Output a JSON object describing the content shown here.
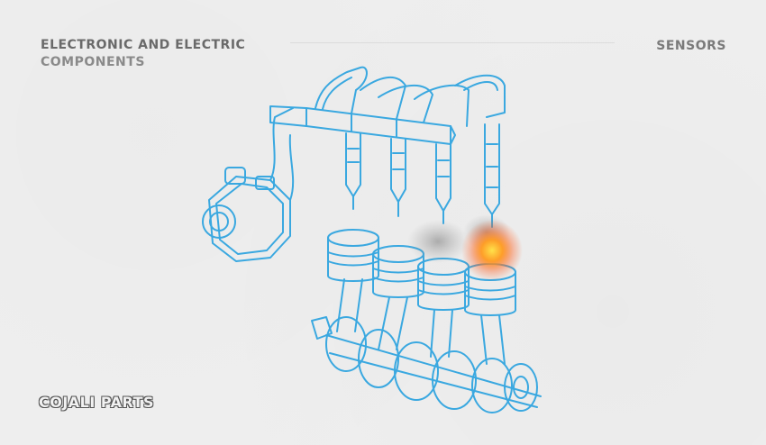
{
  "header": {
    "category_line1": "ELECTRONIC AND ELECTRIC",
    "category_line2": "COMPONENTS",
    "tag": "SENSORS"
  },
  "footer": {
    "brand": "COJALI PARTS"
  },
  "colors": {
    "line": "#3aa8e0",
    "glow": "#ff8a1a",
    "background": "#efefef"
  }
}
